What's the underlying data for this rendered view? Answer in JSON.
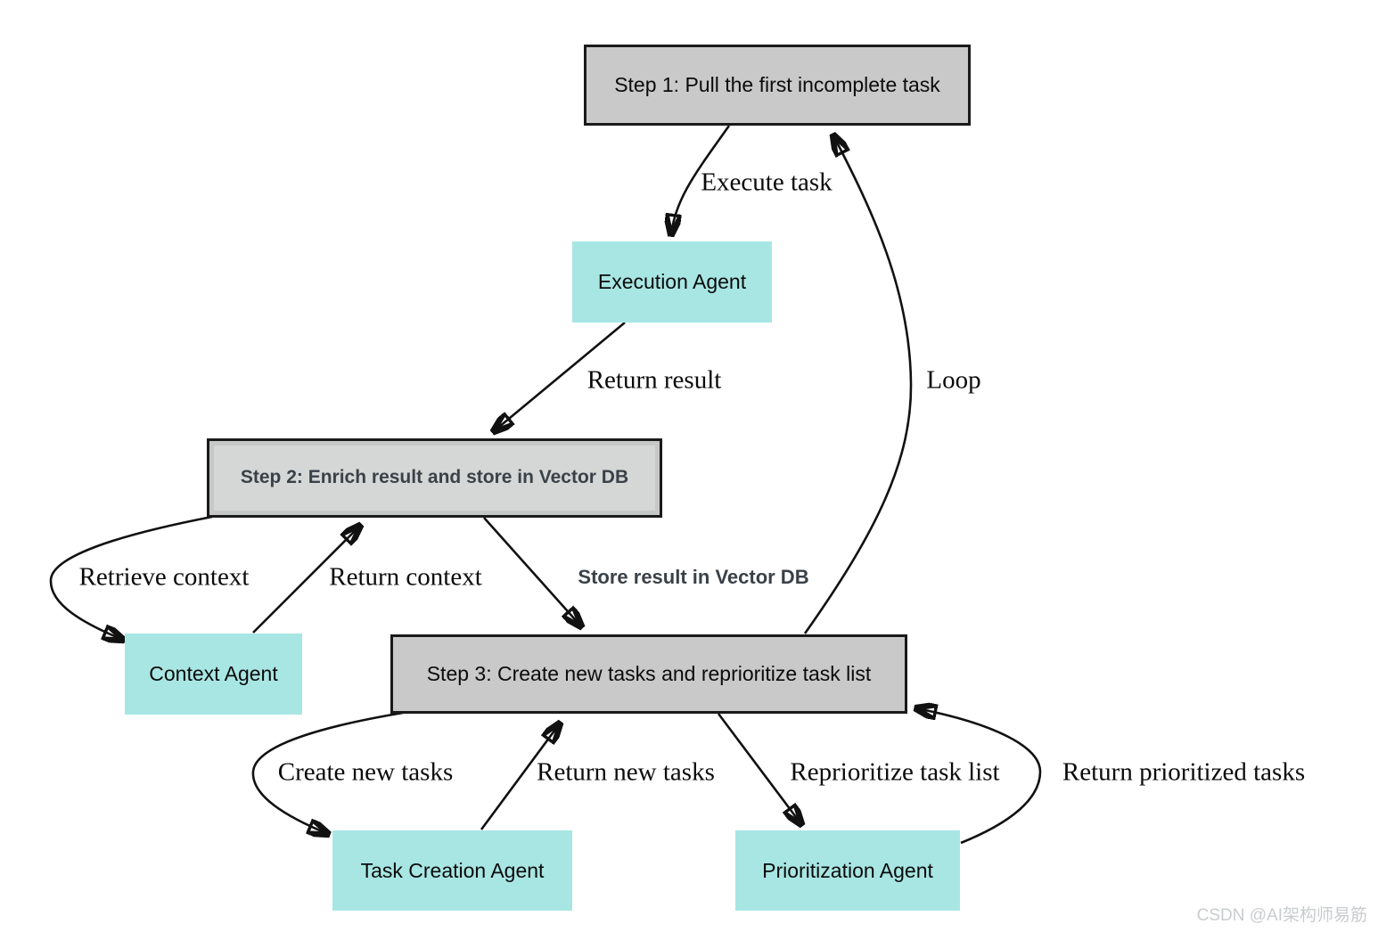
{
  "diagram": {
    "title_hint": "Agent task loop flowchart",
    "colors": {
      "step_fill": "#c9c9c9",
      "step_border": "#1a1a1a",
      "agent_fill": "#a8e6e3",
      "edge_stroke": "#111111",
      "step2_text": "#3a4148",
      "watermark_text": "#c9ccce"
    },
    "nodes": {
      "step1": {
        "label": "Step 1: Pull the first incomplete task",
        "kind": "step"
      },
      "execution_agent": {
        "label": "Execution Agent",
        "kind": "agent"
      },
      "step2": {
        "label": "Step 2: Enrich result and store in Vector DB",
        "kind": "step"
      },
      "context_agent": {
        "label": "Context Agent",
        "kind": "agent"
      },
      "step3": {
        "label": "Step 3: Create new tasks and reprioritize task list",
        "kind": "step"
      },
      "task_creation_agent": {
        "label": "Task Creation Agent",
        "kind": "agent"
      },
      "prioritization_agent": {
        "label": "Prioritization Agent",
        "kind": "agent"
      }
    },
    "edges": {
      "execute_task": {
        "label": "Execute task",
        "from": "step1",
        "to": "execution_agent"
      },
      "return_result": {
        "label": "Return result",
        "from": "execution_agent",
        "to": "step2"
      },
      "retrieve_context": {
        "label": "Retrieve context",
        "from": "step2",
        "to": "context_agent"
      },
      "return_context": {
        "label": "Return context",
        "from": "context_agent",
        "to": "step2"
      },
      "store_result": {
        "label": "Store result in Vector DB",
        "from": "step2",
        "to": "step3"
      },
      "loop": {
        "label": "Loop",
        "from": "step3",
        "to": "step1"
      },
      "create_new_tasks": {
        "label": "Create new tasks",
        "from": "step3",
        "to": "task_creation_agent"
      },
      "return_new_tasks": {
        "label": "Return new tasks",
        "from": "task_creation_agent",
        "to": "step3"
      },
      "reprioritize_task_list": {
        "label": "Reprioritize task list",
        "from": "step3",
        "to": "prioritization_agent"
      },
      "return_prioritized_tasks": {
        "label": "Return prioritized tasks",
        "from": "prioritization_agent",
        "to": "step3"
      }
    }
  },
  "watermark": {
    "text": "CSDN @AI架构师易筋"
  }
}
